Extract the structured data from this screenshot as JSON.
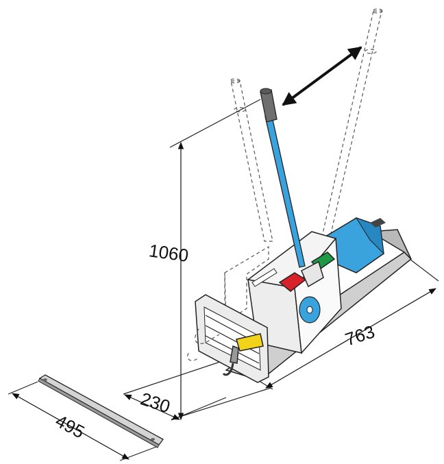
{
  "dimensions": {
    "height": "1060",
    "length": "763",
    "width": "230",
    "bar_length": "495"
  },
  "colors": {
    "lever": "#3aa2dc",
    "motor": "#3aa2dc",
    "grip": "#6f6f6f",
    "red_switch": "#d8212a",
    "green_switch": "#1e9a46",
    "yellow_part": "#f3d21a",
    "housing": "#f4f4f4",
    "base": "#c8c8c8"
  },
  "icons": [
    "double-arrow-icon"
  ]
}
